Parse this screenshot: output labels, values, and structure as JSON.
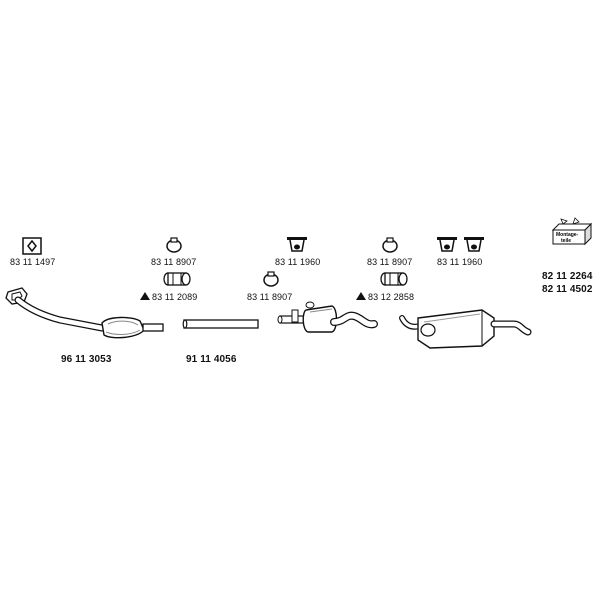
{
  "parts": {
    "gasket_1497": "83 11 1497",
    "clamp_8907_a": "83 11 8907",
    "clamp_2089": "83 11 2089",
    "clamp_8907_b": "83 11 8907",
    "hanger_1960_a": "83 11 1960",
    "clamp_8907_c": "83 11 8907",
    "clamp_2858": "83 12 2858",
    "hanger_1960_b": "83 11 1960",
    "kit_2264": "82 11 2264",
    "kit_4502": "82 11 4502",
    "front_pipe_cat": "96 11 3053",
    "middle_pipe": "91 11 4056"
  },
  "kit_box": {
    "line1": "Montage-",
    "line2": "teile"
  },
  "icons": {
    "gasket": "gasket-icon",
    "clamp": "clamp-icon",
    "hanger": "rubber-hanger-icon",
    "warning": "warning-triangle-icon",
    "kit": "mounting-kit-box-icon"
  }
}
